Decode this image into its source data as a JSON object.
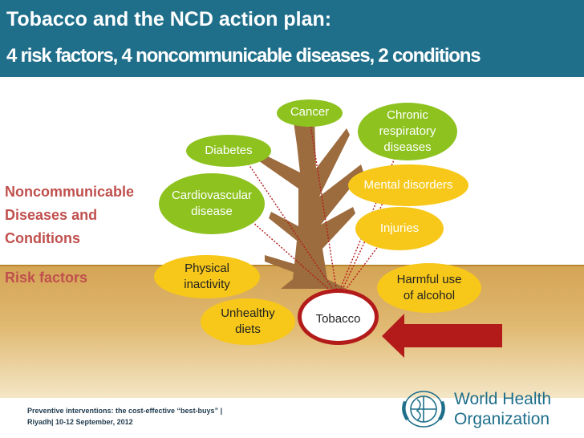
{
  "slide": {
    "title_line1": "Tobacco and the NCD action plan:",
    "title_line2": "4 risk factors, 4 noncommunicable diseases, 2 conditions",
    "section_ncd": "Noncommunicable Diseases and Conditions",
    "section_risk": "Risk factors"
  },
  "diseases": [
    {
      "id": "cancer",
      "label": "Cancer"
    },
    {
      "id": "chronic-respiratory",
      "label": "Chronic respiratory diseases"
    },
    {
      "id": "diabetes",
      "label": "Diabetes"
    },
    {
      "id": "mental-disorders",
      "label": "Mental disorders"
    },
    {
      "id": "cardiovascular",
      "label": "Cardiovascular disease"
    },
    {
      "id": "injuries",
      "label": "Injuries"
    }
  ],
  "risk_factors": [
    {
      "id": "physical-inactivity",
      "label": "Physical inactivity"
    },
    {
      "id": "unhealthy-diets",
      "label": "Unhealthy diets"
    },
    {
      "id": "tobacco",
      "label": "Tobacco"
    },
    {
      "id": "harmful-alcohol",
      "label": "Harmful use of alcohol"
    }
  ],
  "footer": {
    "line1": "Preventive interventions: the cost-effective “best-buys” |",
    "line2": "Riyadh|  10-12 September, 2012"
  },
  "logo": {
    "line1": "World Health",
    "line2": "Organization"
  },
  "colors": {
    "header": "#1f6f8b",
    "accent_red": "#c0504d",
    "disease_green": "#8dc21f",
    "condition_yellow": "#f7c81a",
    "tree_trunk": "#9c6b3e",
    "arrow": "#b31b1b"
  }
}
